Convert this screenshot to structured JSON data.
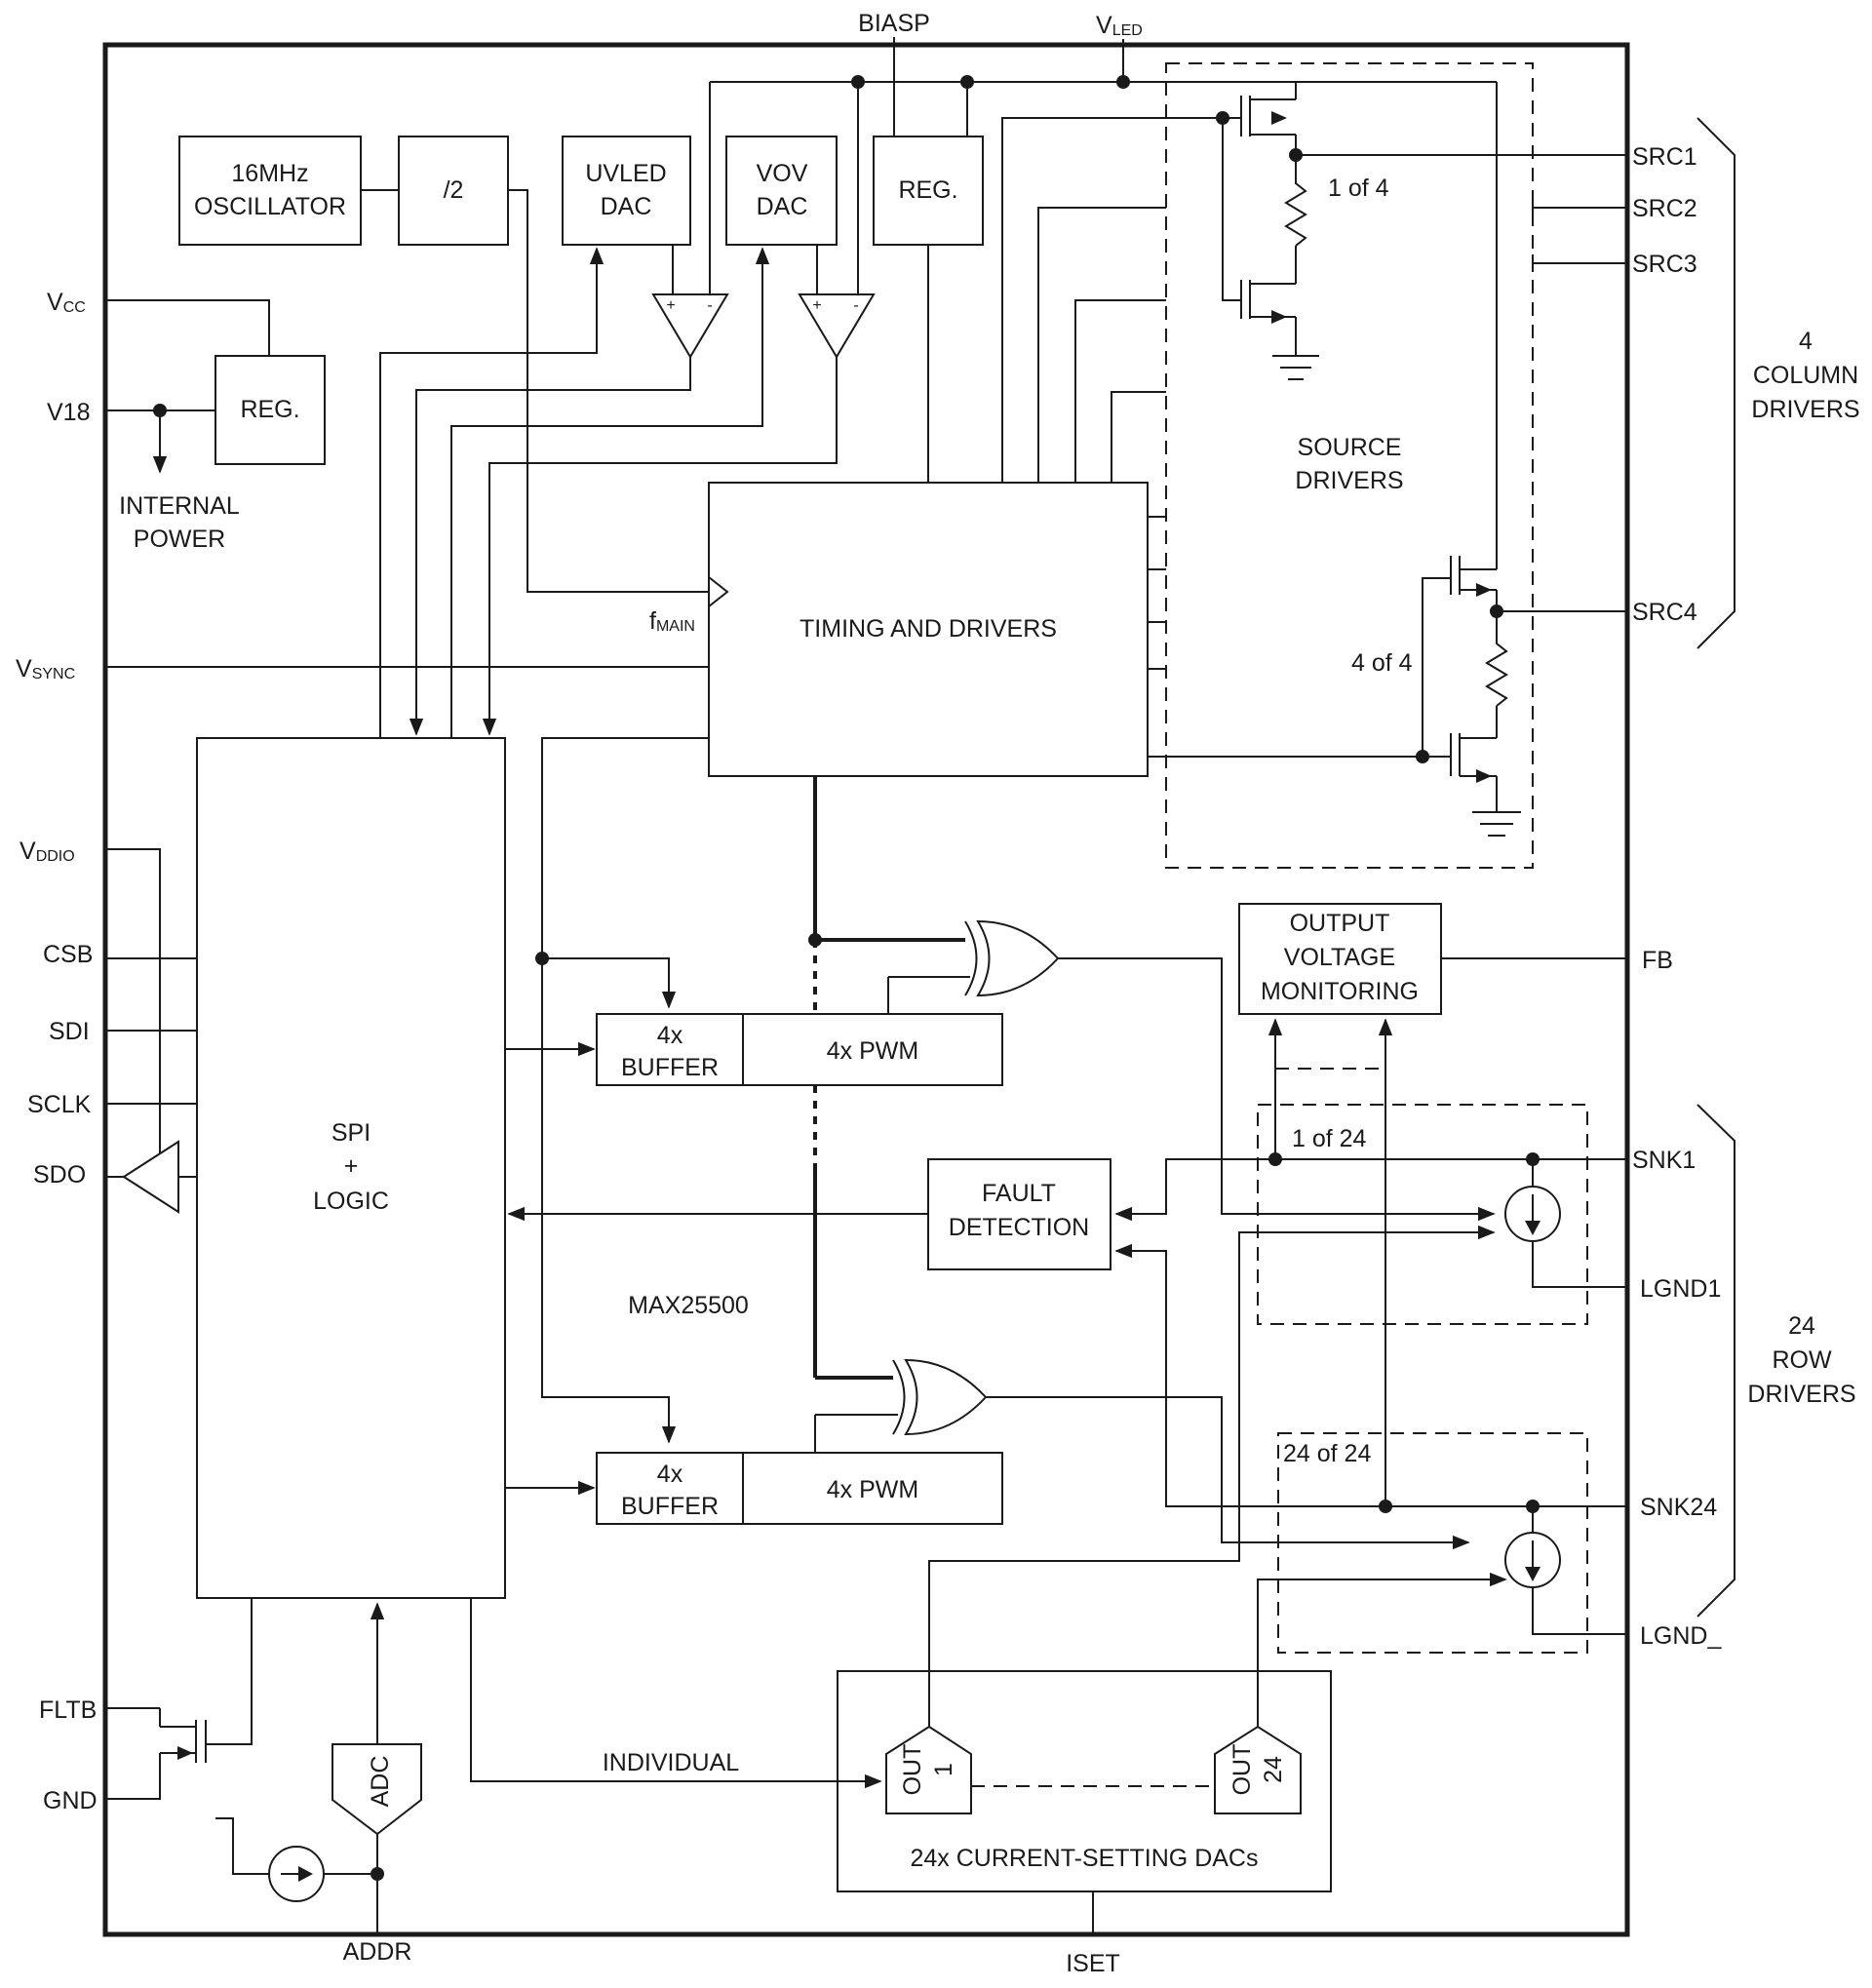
{
  "pins": {
    "biasp": "BIASP",
    "vled": "V",
    "vled_sub": "LED",
    "vcc": "V",
    "vcc_sub": "CC",
    "v18": "V18",
    "vsync": "V",
    "vsync_sub": "SYNC",
    "vddio": "V",
    "vddio_sub": "DDIO",
    "csb": "CSB",
    "sdi": "SDI",
    "sclk": "SCLK",
    "sdo": "SDO",
    "fltb": "FLTB",
    "gnd": "GND",
    "addr": "ADDR",
    "iset": "ISET",
    "src1": "SRC1",
    "src2": "SRC2",
    "src3": "SRC3",
    "src4": "SRC4",
    "fb": "FB",
    "snk1": "SNK1",
    "lgnd1": "LGND1",
    "snk24": "SNK24",
    "lgnd": "LGND_"
  },
  "blocks": {
    "osc_line1": "16MHz",
    "osc_line2": "OSCILLATOR",
    "div": "/2",
    "uvled_line1": "UVLED",
    "uvled_line2": "DAC",
    "vov_line1": "VOV",
    "vov_line2": "DAC",
    "reg_top": "REG.",
    "reg_vcc": "REG.",
    "timing": "TIMING AND DRIVERS",
    "fmain": "f",
    "fmain_sub": "MAIN",
    "spi_line1": "SPI",
    "spi_line2": "+",
    "spi_line3": "LOGIC",
    "buf1_line1": "4x",
    "buf1_line2": "BUFFER",
    "pwm1": "4x PWM",
    "buf2_line1": "4x",
    "buf2_line2": "BUFFER",
    "pwm2": "4x PWM",
    "fault_line1": "FAULT",
    "fault_line2": "DETECTION",
    "ovm_line1": "OUTPUT",
    "ovm_line2": "VOLTAGE",
    "ovm_line3": "MONITORING",
    "adc": "ADC",
    "dac_title": "24x CURRENT-SETTING DACs",
    "out1_line1": "OUT",
    "out1_line2": "1",
    "out24_line1": "OUT",
    "out24_line2": "24",
    "individual": "INDIVIDUAL",
    "chip": "MAX25500",
    "source_drivers_line1": "SOURCE",
    "source_drivers_line2": "DRIVERS",
    "internal_power_line1": "INTERNAL",
    "internal_power_line2": "POWER",
    "src_1of4": "1 of 4",
    "src_4of4": "4 of 4",
    "snk_1of24": "1 of 24",
    "snk_24of24": "24 of 24",
    "plus": "+",
    "minus": "-"
  },
  "groups": {
    "col_line1": "4",
    "col_line2": "COLUMN",
    "col_line3": "DRIVERS",
    "row_line1": "24",
    "row_line2": "ROW",
    "row_line3": "DRIVERS"
  }
}
